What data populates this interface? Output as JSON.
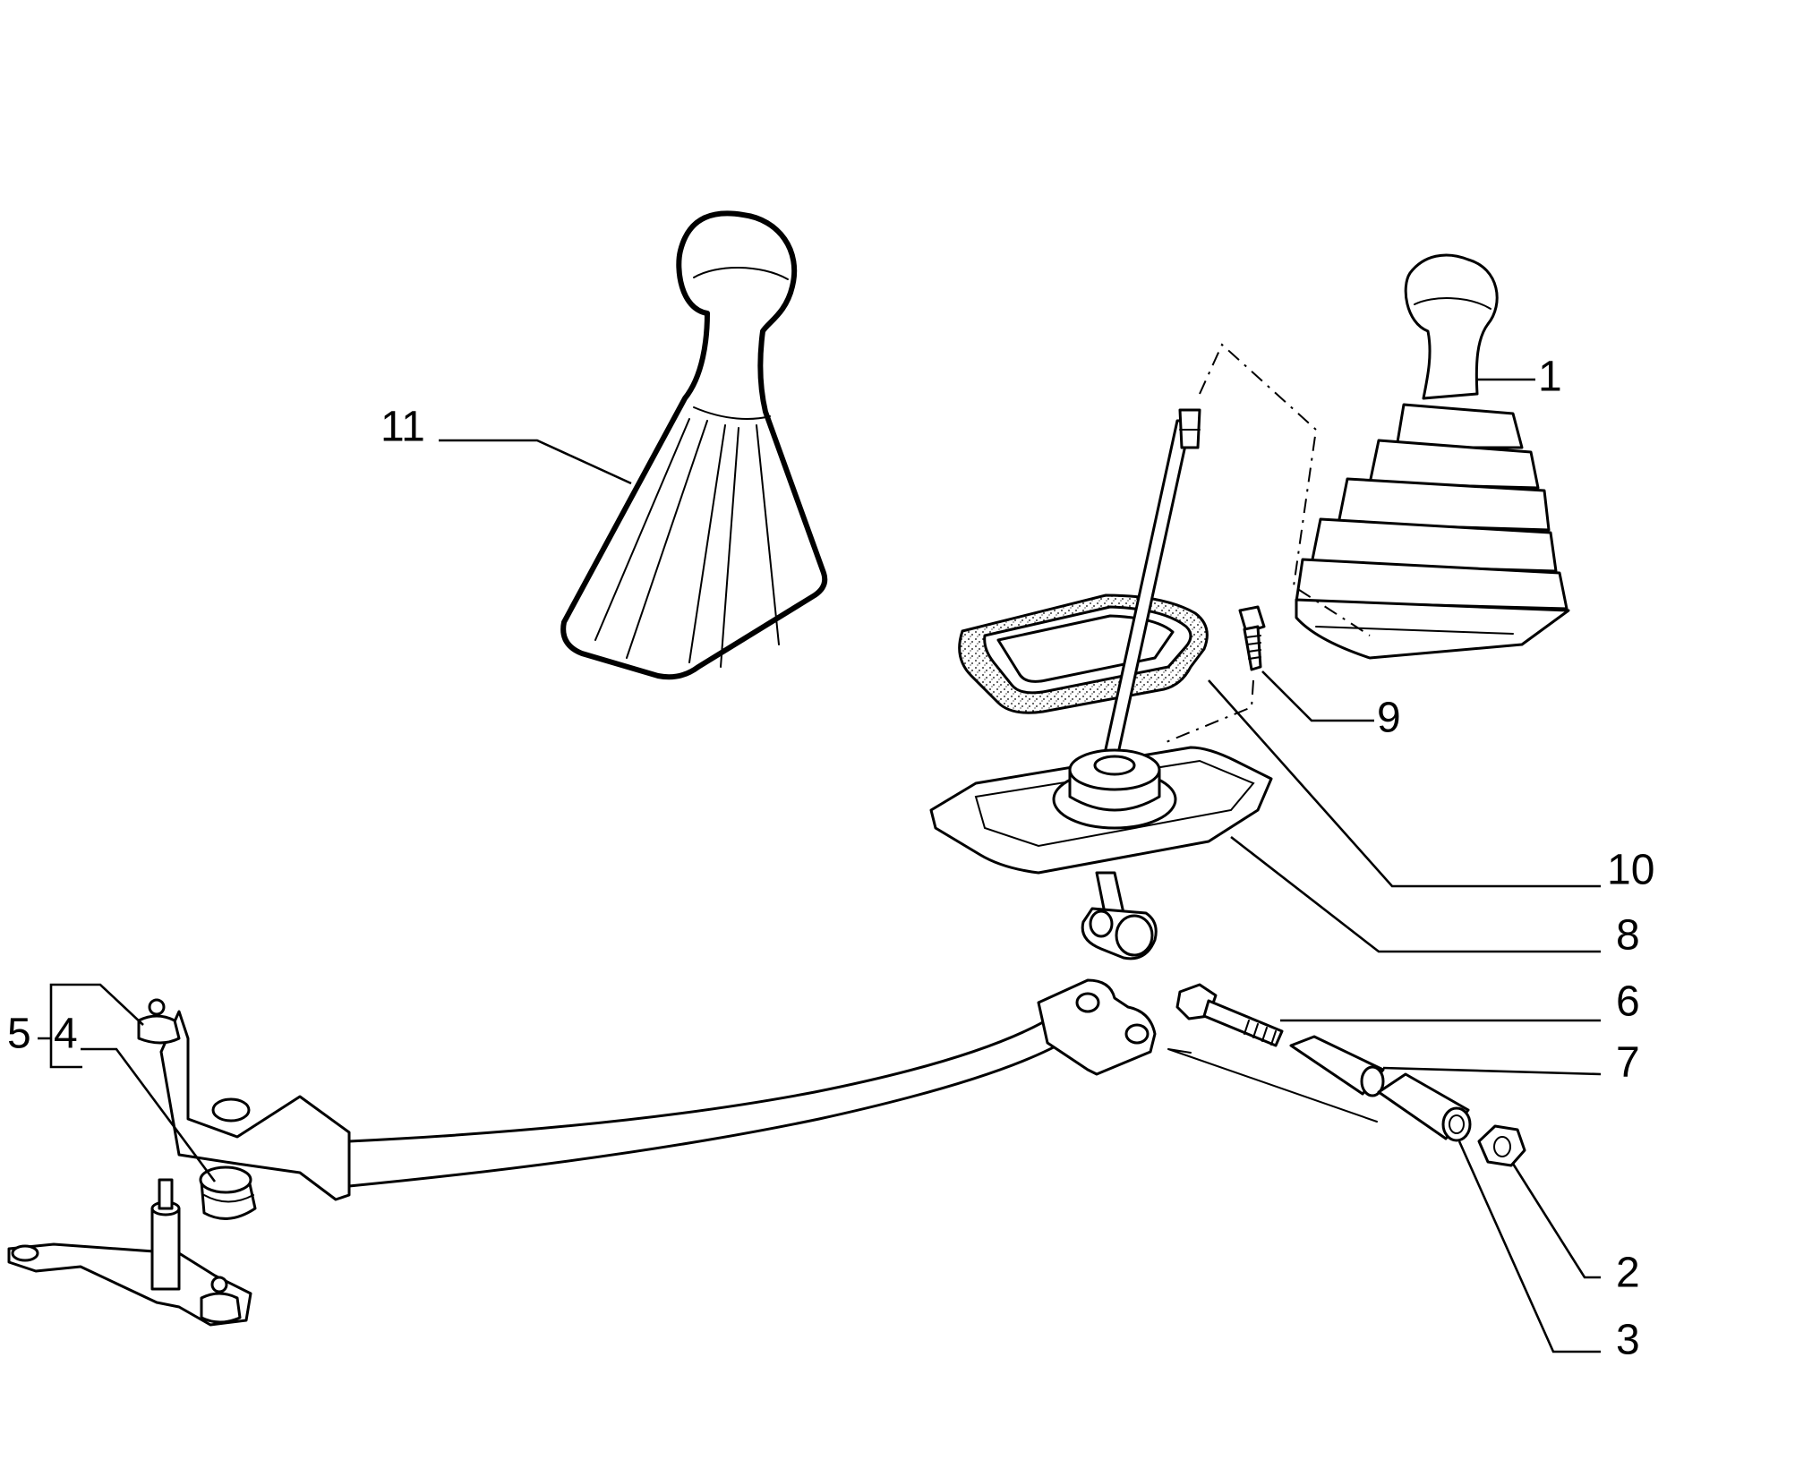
{
  "callouts": {
    "c1": "1",
    "c2": "2",
    "c3": "3",
    "c4": "4",
    "c5": "5",
    "c6": "6",
    "c7": "7",
    "c8": "8",
    "c9": "9",
    "c10": "10",
    "c11": "11"
  },
  "parts": [
    "gear-knob-with-bellows-boot",
    "nut",
    "bush",
    "ball-cap",
    "selector-link-assembly",
    "bolt",
    "spacer",
    "gear-lever-base-plate",
    "screw",
    "sealing-gasket",
    "gear-knob-with-boot"
  ]
}
